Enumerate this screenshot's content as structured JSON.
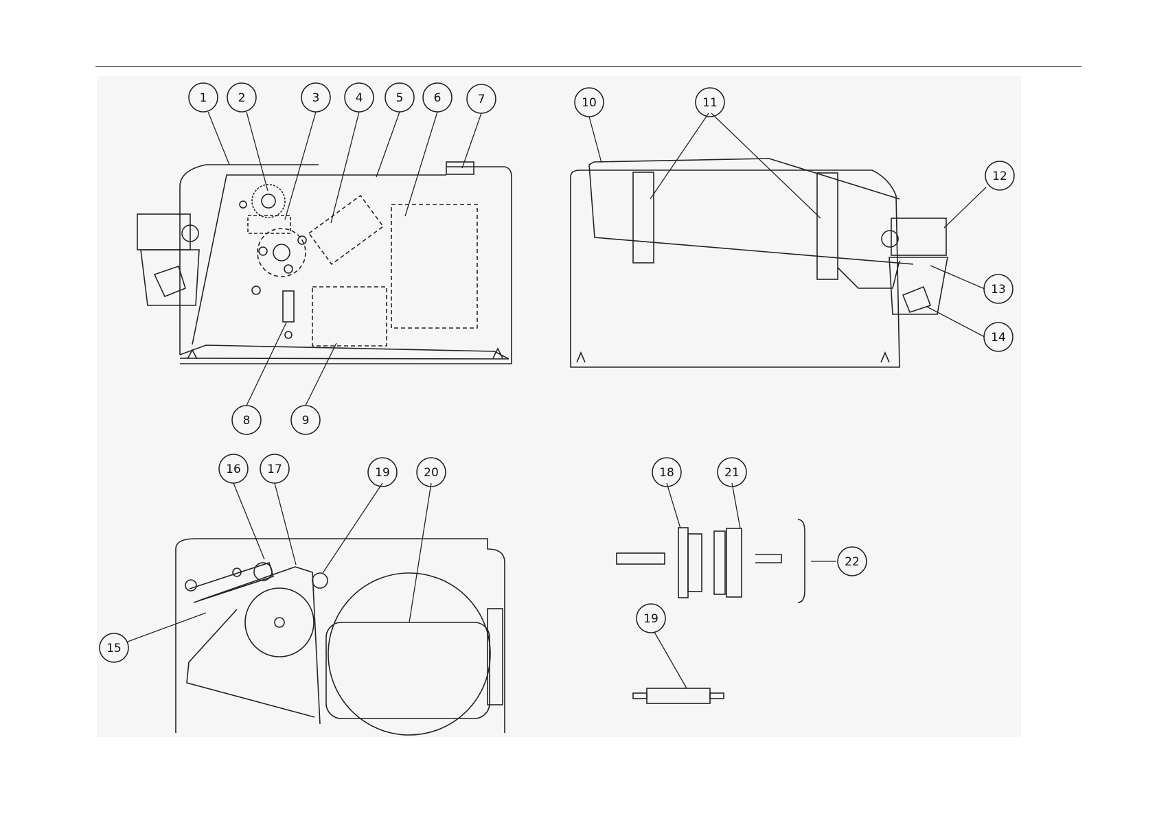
{
  "callouts": [
    "1",
    "2",
    "3",
    "4",
    "5",
    "6",
    "7",
    "8",
    "9",
    "10",
    "11",
    "12",
    "13",
    "14",
    "15",
    "16",
    "17",
    "19",
    "20",
    "18",
    "21",
    "22",
    "19"
  ]
}
